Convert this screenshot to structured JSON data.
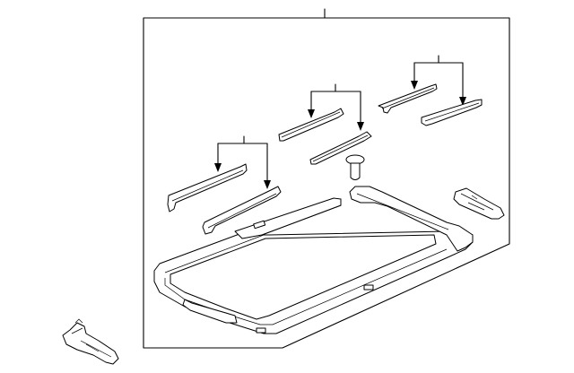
{
  "diagram": {
    "type": "exploded-parts-diagram",
    "labels": [],
    "parts": [
      {
        "name": "sunroof-frame"
      },
      {
        "name": "frame-front-rail"
      },
      {
        "name": "frame-rear-corner"
      },
      {
        "name": "drain-grommet"
      },
      {
        "name": "guide-rail-pair-left"
      },
      {
        "name": "guide-rail-pair-center"
      },
      {
        "name": "guide-rail-pair-right"
      },
      {
        "name": "mounting-bracket-right"
      },
      {
        "name": "mounting-bracket-loose"
      }
    ],
    "colors": {
      "line": "#000000",
      "background": "#ffffff"
    }
  }
}
